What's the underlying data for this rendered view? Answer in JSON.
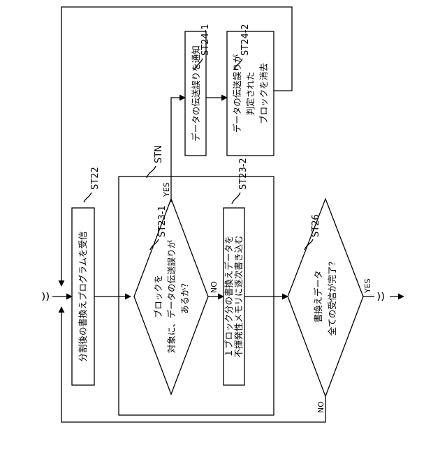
{
  "steps": {
    "st22": {
      "id": "ST22",
      "lines": [
        "分割後の書換えプログラムを受信"
      ]
    },
    "stn": {
      "id": "STN"
    },
    "st23_1": {
      "id": "ST23-1",
      "lines": [
        "ブロックを",
        "対象に、データの伝送誤りが",
        "あるか？"
      ]
    },
    "st23_2": {
      "id": "ST23-2",
      "lines": [
        "１ブロック分の書換えデータを",
        "不揮発性メモリに逐次書き込む"
      ]
    },
    "st24_1": {
      "id": "ST24-1",
      "lines": [
        "データの伝送誤りを通知"
      ]
    },
    "st24_2": {
      "id": "ST24-2",
      "lines": [
        "データの伝送誤りが",
        "判定された",
        "ブロックを消去"
      ]
    },
    "st26": {
      "id": "ST26",
      "lines": [
        "書換えデータ",
        "全ての受信が完了？"
      ]
    }
  },
  "branches": {
    "st23_yes": "YES",
    "st23_no": "NO",
    "st26_yes": "YES",
    "st26_no": "NO"
  }
}
